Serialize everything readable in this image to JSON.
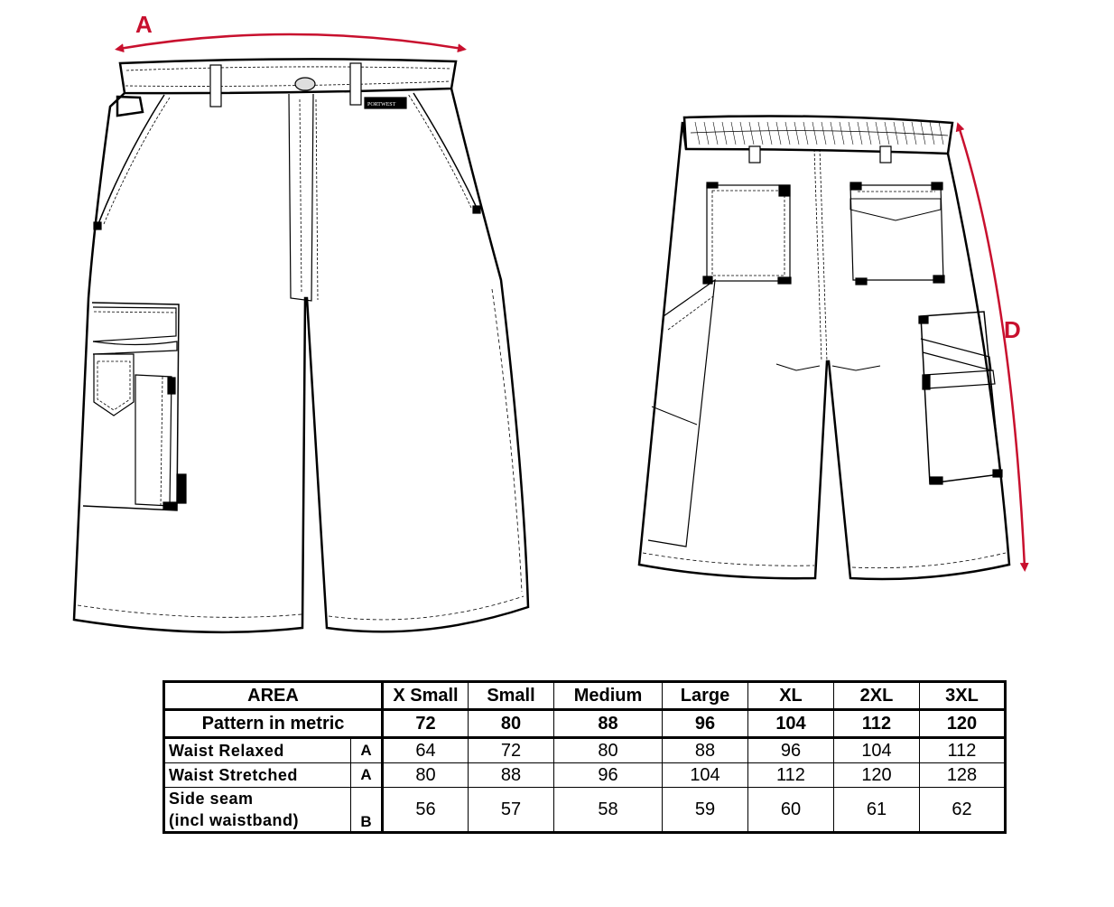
{
  "diagram": {
    "labels": {
      "A": "A",
      "D": "D"
    },
    "brand_text": "PORTWEST",
    "accent_color": "#c8102e"
  },
  "table": {
    "area_header": "AREA",
    "pattern_label": "Pattern in metric",
    "sizes": [
      "X Small",
      "Small",
      "Medium",
      "Large",
      "XL",
      "2XL",
      "3XL"
    ],
    "pattern": [
      "72",
      "80",
      "88",
      "96",
      "104",
      "112",
      "120"
    ],
    "rows": [
      {
        "label": "Waist Relaxed",
        "code": "A",
        "values": [
          "64",
          "72",
          "80",
          "88",
          "96",
          "104",
          "112"
        ]
      },
      {
        "label": "Waist Stretched",
        "code": "A",
        "values": [
          "80",
          "88",
          "96",
          "104",
          "112",
          "120",
          "128"
        ]
      },
      {
        "label_line1": "Side seam",
        "label_line2": "(incl waistband)",
        "code": "B",
        "values": [
          "56",
          "57",
          "58",
          "59",
          "60",
          "61",
          "62"
        ]
      }
    ]
  }
}
